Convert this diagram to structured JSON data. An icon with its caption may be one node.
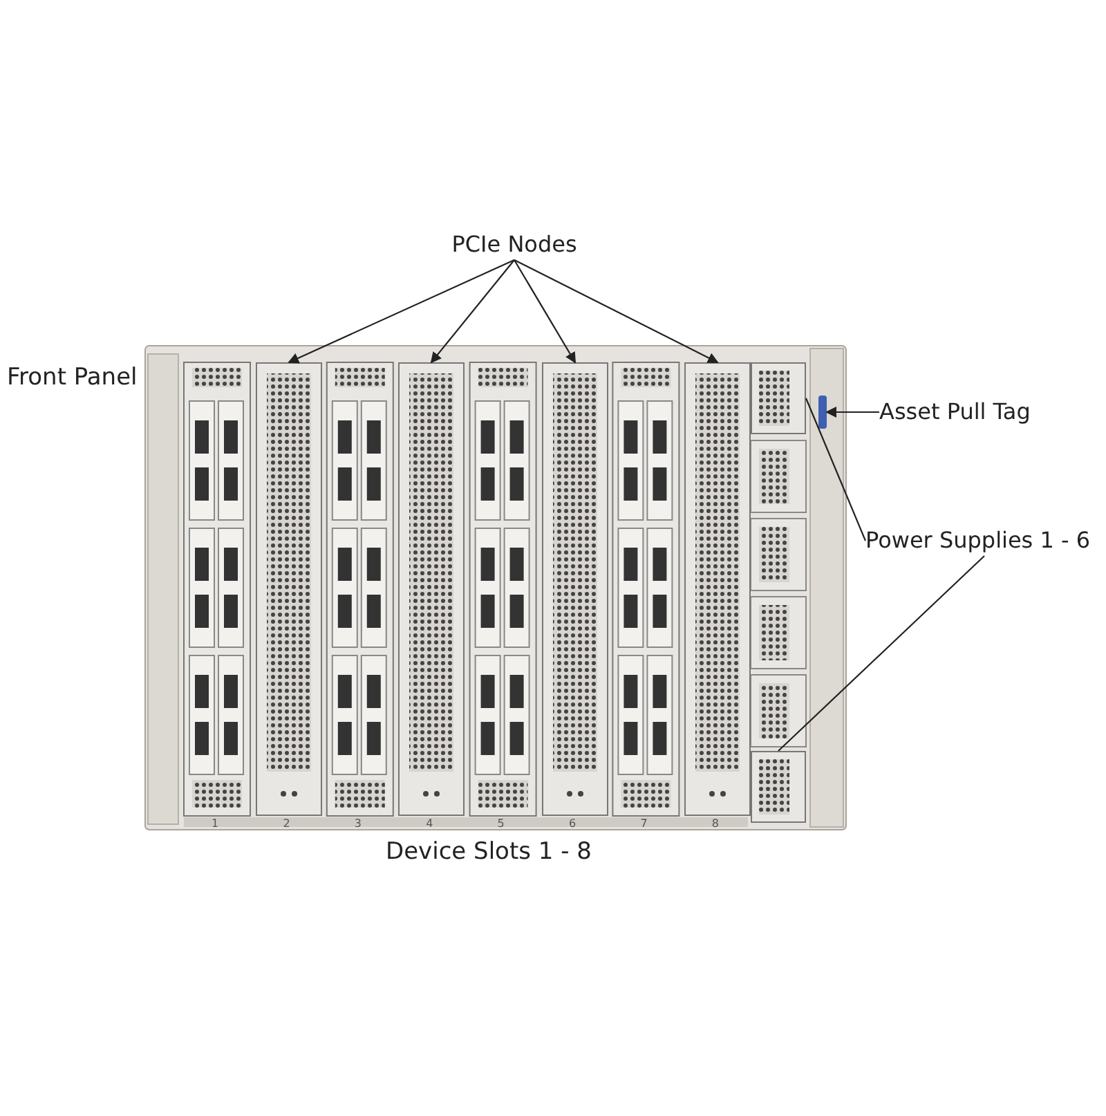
{
  "diagram": {
    "nodes": [
      {
        "text": [
          "PCIe Nodes"
        ]
      },
      {
        "text": [],
        "shape": "box"
      },
      {
        "text": [],
        "shape": "box"
      },
      {
        "text": [],
        "shape": "box"
      },
      {
        "text": [],
        "shape": "box"
      },
      {
        "text": [
          "Asset Pull Tag"
        ]
      },
      {
        "text": [],
        "shape": "bar"
      },
      {
        "text": [
          "Power Supplies 1 - 6"
        ]
      },
      {
        "text": [],
        "shape": "box"
      },
      {
        "text": [],
        "shape": "box"
      }
    ],
    "edges": [
      {
        "from": 0,
        "to": 1,
        "arrow": "to"
      },
      {
        "from": 0,
        "to": 2,
        "arrow": "to"
      },
      {
        "from": 0,
        "to": 3,
        "arrow": "to"
      },
      {
        "from": 0,
        "to": 4,
        "arrow": "to"
      },
      {
        "from": 5,
        "to": 6,
        "arrow": "to"
      },
      {
        "from": 7,
        "to": 8,
        "arrow": "none"
      },
      {
        "from": 7,
        "to": 9,
        "arrow": "none"
      }
    ],
    "labels": [
      "Front Panel",
      "1",
      "2",
      "3",
      "4",
      "5",
      "6",
      "7",
      "8",
      "Device Slots 1 - 8"
    ]
  }
}
